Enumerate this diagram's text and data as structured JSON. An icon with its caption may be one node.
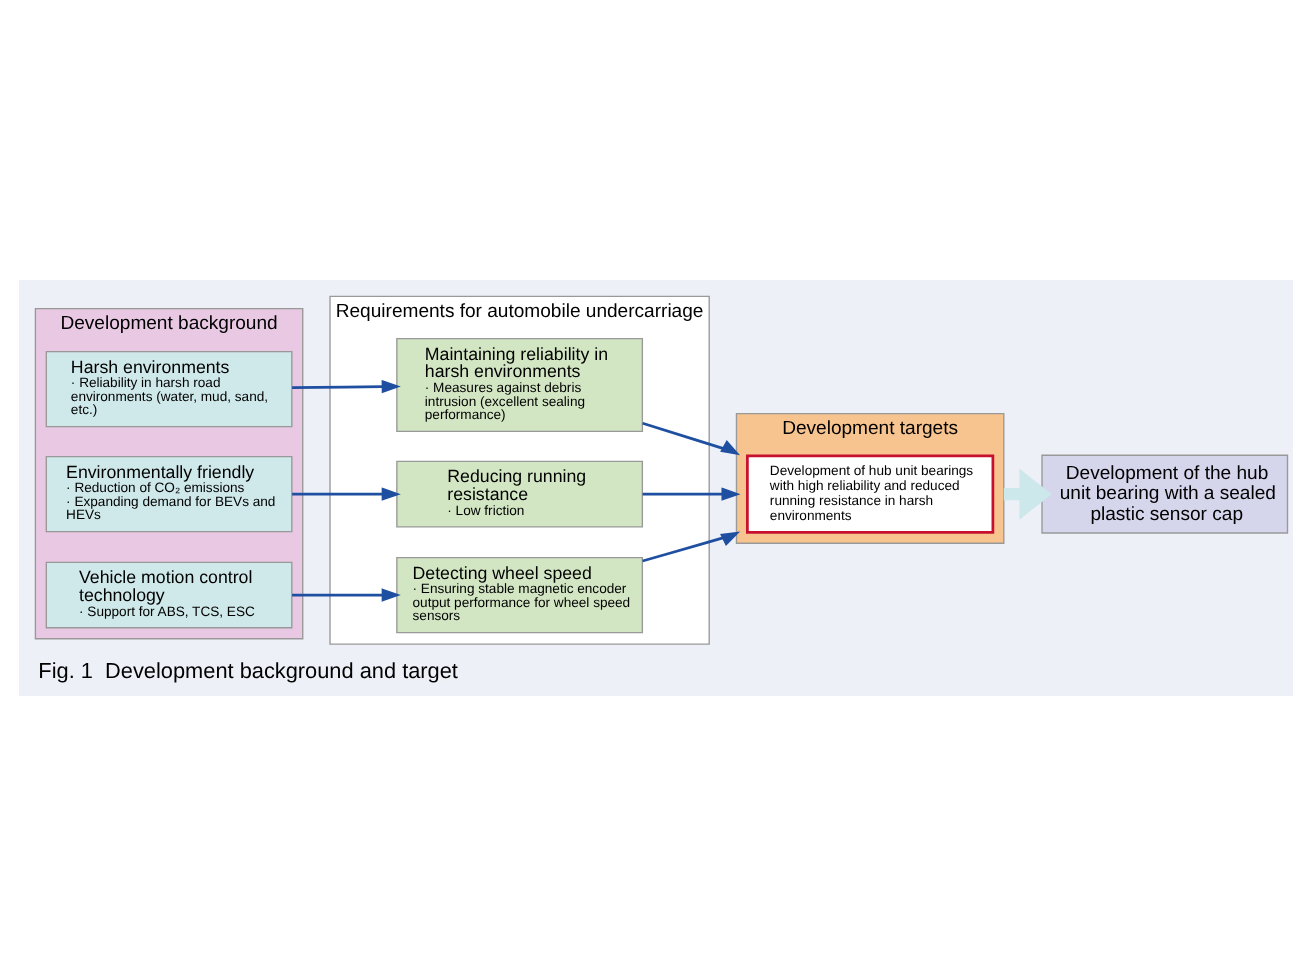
{
  "diagram": {
    "caption": "Fig. 1  Development background and target",
    "nodes": [
      {
        "text": [
          "Development background"
        ]
      },
      {
        "text": [
          "Harsh environments",
          "· Reliability in harsh road environments (water, mud, sand, etc.)"
        ],
        "in": 0
      },
      {
        "text": [
          "Environmentally friendly",
          "· Reduction of CO₂ emissions",
          "· Expanding demand for BEVs and HEVs"
        ],
        "in": 0
      },
      {
        "text": [
          "Vehicle motion control technology",
          "· Support for ABS, TCS, ESC"
        ],
        "in": 0
      },
      {
        "text": [
          "Requirements for automobile undercarriage"
        ]
      },
      {
        "text": [
          "Maintaining reliability in harsh environments",
          "· Measures against debris intrusion (excellent sealing performance)"
        ],
        "in": 4
      },
      {
        "text": [
          "Reducing running resistance",
          "· Low friction"
        ],
        "in": 4
      },
      {
        "text": [
          "Detecting wheel speed",
          "· Ensuring stable magnetic encoder output performance for wheel speed sensors"
        ],
        "in": 4
      },
      {
        "text": [
          "Development targets"
        ]
      },
      {
        "text": [
          "Development of hub unit bearings with high reliability and reduced running resistance in harsh environments"
        ],
        "in": 8
      },
      {
        "text": [
          "Development of the hub unit bearing with a sealed plastic sensor cap"
        ]
      }
    ],
    "edges": [
      {
        "from": 1,
        "to": 5,
        "arrow": "to"
      },
      {
        "from": 2,
        "to": 6,
        "arrow": "to"
      },
      {
        "from": 3,
        "to": 7,
        "arrow": "to"
      },
      {
        "from": 5,
        "to": 8,
        "arrow": "to"
      },
      {
        "from": 6,
        "to": 8,
        "arrow": "to"
      },
      {
        "from": 7,
        "to": 8,
        "arrow": "to"
      },
      {
        "from": 8,
        "to": 10,
        "arrow": "to",
        "style": "thick",
        "color": "#cde8ea"
      }
    ]
  }
}
